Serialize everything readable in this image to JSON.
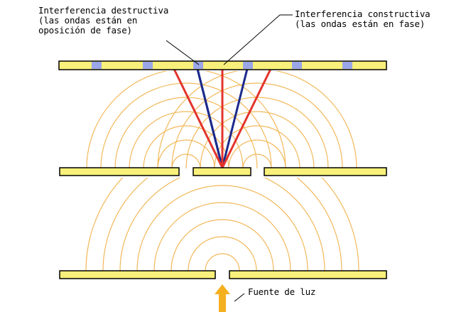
{
  "labels": {
    "destructive": {
      "line1": "Interferencia destructiva",
      "line2": "(las ondas están en",
      "line3": "oposición de fase)"
    },
    "constructive": {
      "line1": "Interferencia constructiva",
      "line2": "(las ondas están en fase)"
    },
    "source": "Fuente de luz"
  },
  "colors": {
    "barrier_fill": "#f8f07a",
    "barrier_outline": "#000000",
    "wave": "#f2b85a",
    "constructive_ray": "#e3342c",
    "destructive_ray": "#1b2a8c",
    "screen_spot": "#9aa6e8",
    "arrow": "#f5b020"
  }
}
